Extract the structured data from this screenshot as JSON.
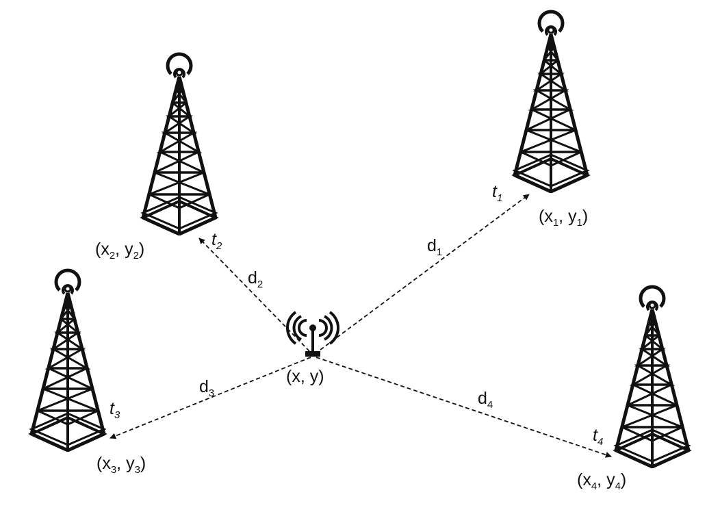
{
  "colors": {
    "ink": "#111111",
    "background": "#ffffff"
  },
  "center": {
    "icon": "antenna-icon",
    "label_open": "(x, y)"
  },
  "towers": [
    {
      "icon": "cell-tower-icon",
      "t": "t",
      "t_sub": "1",
      "d": "d",
      "d_sub": "1",
      "x": "x",
      "x_sub": "1",
      "y": "y",
      "y_sub": "1"
    },
    {
      "icon": "cell-tower-icon",
      "t": "t",
      "t_sub": "2",
      "d": "d",
      "d_sub": "2",
      "x": "x",
      "x_sub": "2",
      "y": "y",
      "y_sub": "2"
    },
    {
      "icon": "cell-tower-icon",
      "t": "t",
      "t_sub": "3",
      "d": "d",
      "d_sub": "3",
      "x": "x",
      "x_sub": "3",
      "y": "y",
      "y_sub": "3"
    },
    {
      "icon": "cell-tower-icon",
      "t": "t",
      "t_sub": "4",
      "d": "d",
      "d_sub": "4",
      "x": "x",
      "x_sub": "4",
      "y": "y",
      "y_sub": "4"
    }
  ]
}
